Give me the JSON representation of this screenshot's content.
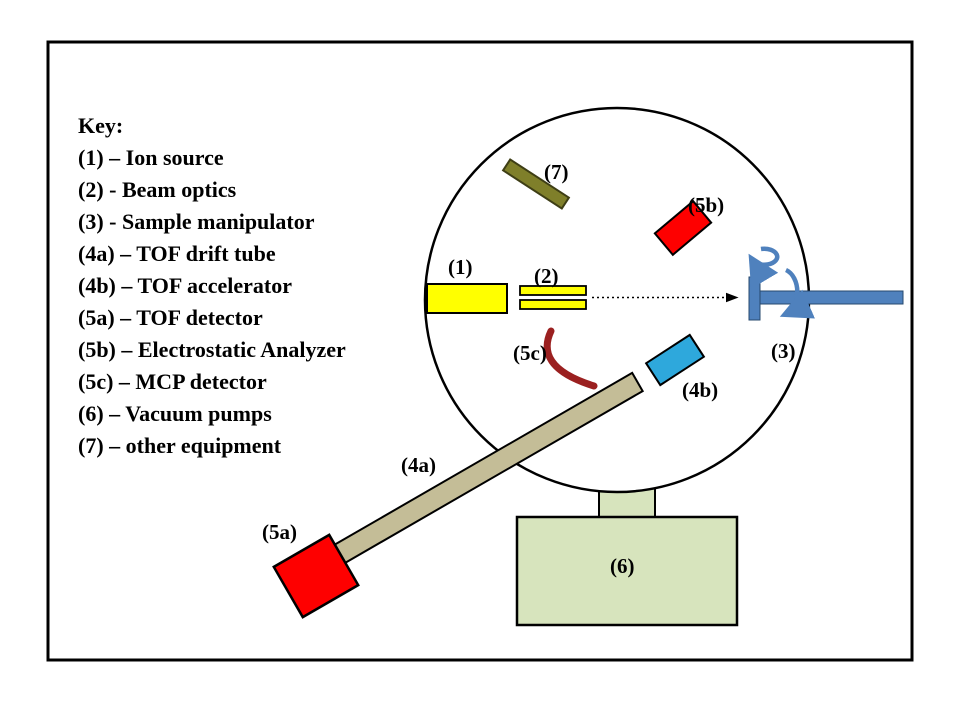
{
  "figure": {
    "background": "#ffffff",
    "border_color": "#000000"
  },
  "key": {
    "title": "Key:",
    "items": [
      "(1) – Ion source",
      "(2) - Beam optics",
      "(3) - Sample manipulator",
      "(4a) – TOF drift tube",
      "(4b) – TOF accelerator",
      "(5a) – TOF detector",
      "(5b) – Electrostatic Analyzer",
      "(5c) – MCP detector",
      "(6) – Vacuum pumps",
      "(7) – other equipment"
    ]
  },
  "diagram": {
    "labels": {
      "ion_source": "(1)",
      "beam_optics": "(2)",
      "sample_manipulator": "(3)",
      "tof_drift_tube": "(4a)",
      "tof_accelerator": "(4b)",
      "tof_detector": "(5a)",
      "electrostatic_analyzer": "(5b)",
      "mcp_detector": "(5c)",
      "vacuum_pumps": "(6)",
      "other_equipment": "(7)"
    },
    "colors": {
      "ion_source": "#FFFF00",
      "beam_optics": "#FFFF00",
      "sample_manipulator": "#4F81BD",
      "tof_drift_tube": "#C4BD97",
      "tof_accelerator": "#2EA8DC",
      "tof_detector": "#FE0000",
      "electrostatic_analyzer": "#FE0000",
      "mcp_detector": "#9B2020",
      "vacuum_pumps": "#D7E4BD",
      "other_equipment": "#7F7F2A",
      "rotation_arrows": "#4F81BD",
      "chamber_fill": "#FFFFFF",
      "outline": "#000000"
    }
  }
}
